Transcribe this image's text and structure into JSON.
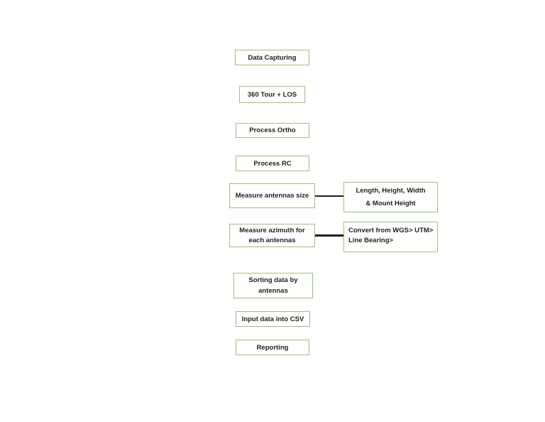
{
  "diagram": {
    "type": "flowchart",
    "node_border_color": "#9ac182",
    "connector_color": "#1f1f1f",
    "nodes": {
      "data_capturing": "Data Capturing",
      "tour_los": "360 Tour + LOS",
      "process_ortho": "Process Ortho",
      "process_rc": "Process RC",
      "measure_size": "Measure antennas size",
      "dimensions": "Length, Height, Width\n& Mount Height",
      "measure_azimuth": "Measure azimuth for\neach antennas",
      "convert": "Convert from WGS> UTM>\nLine Bearing>",
      "sorting": "Sorting data by\nantennas",
      "input_csv": "Input data into CSV",
      "reporting": "Reporting"
    }
  }
}
